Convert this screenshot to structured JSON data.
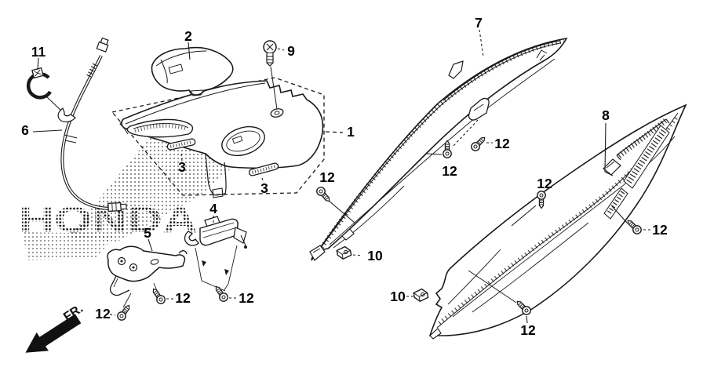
{
  "diagram": {
    "type": "exploded-parts-diagram",
    "watermark": {
      "text": "HONDA"
    },
    "direction_arrow": {
      "label": "FR."
    },
    "colors": {
      "background": "#ffffff",
      "line": "#1a1a1a",
      "label": "#000000"
    },
    "callouts": {
      "n1": "1",
      "n2": "2",
      "n3a": "3",
      "n3b": "3",
      "n4": "4",
      "n5": "5",
      "n6": "6",
      "n7": "7",
      "n8": "8",
      "n9": "9",
      "n10a": "10",
      "n10b": "10",
      "n11": "11",
      "n12a": "12",
      "n12b": "12",
      "n12c": "12",
      "n12d": "12",
      "n12e": "12",
      "n12f": "12",
      "n12g": "12",
      "n12h": "12",
      "n12i": "12"
    }
  }
}
